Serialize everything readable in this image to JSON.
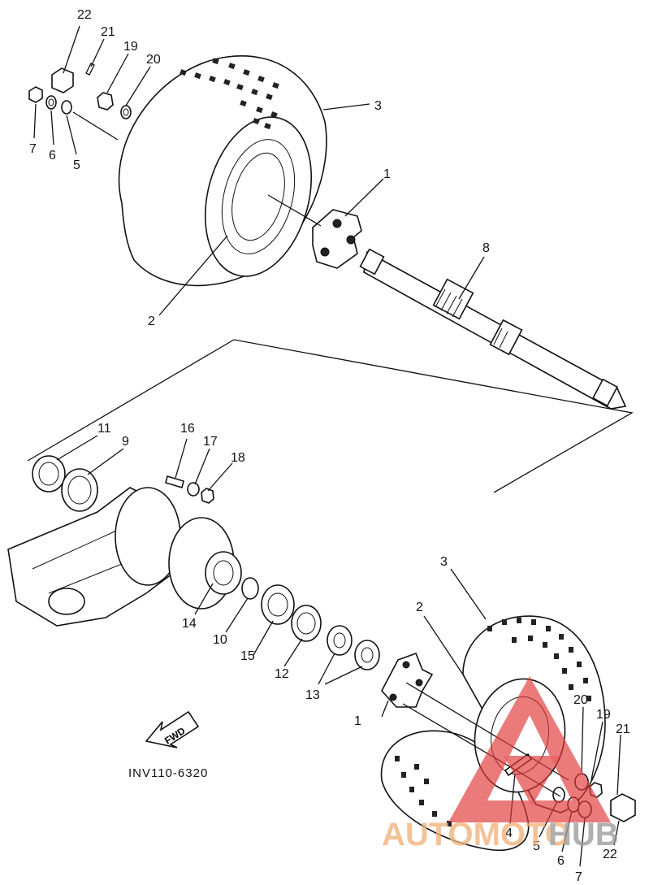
{
  "diagram": {
    "code": "INV110-6320",
    "fwd_label": "FWD"
  },
  "callouts": {
    "top": [
      "22",
      "21",
      "19",
      "20",
      "7",
      "6",
      "5",
      "3",
      "1",
      "8",
      "2"
    ],
    "middle": [
      "11",
      "9",
      "16",
      "17",
      "18",
      "14",
      "10",
      "15",
      "12",
      "13"
    ],
    "bottom": [
      "3",
      "2",
      "20",
      "19",
      "21",
      "1",
      "4",
      "5",
      "6",
      "7",
      "22"
    ]
  },
  "watermark": {
    "auto": "AUTOMOTO",
    "hub": "HUB",
    "colors": {
      "auto": "#f2b17a",
      "hub": "#9a9a9a",
      "triangle": "#e23a3a"
    }
  }
}
